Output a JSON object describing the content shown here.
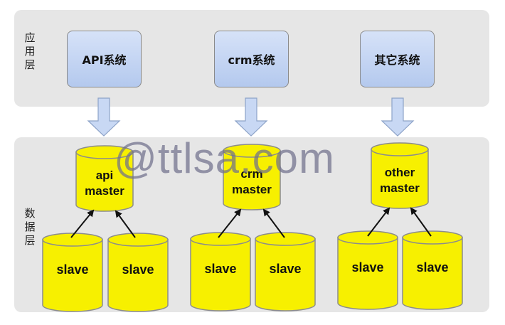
{
  "layers": {
    "application_label": "应用层",
    "data_label": "数据层"
  },
  "systems": [
    {
      "label": "API系统"
    },
    {
      "label": "crm系统"
    },
    {
      "label": "其它系统"
    }
  ],
  "masters": [
    {
      "line1": "api",
      "line2": "master"
    },
    {
      "line1": "crm",
      "line2": "master"
    },
    {
      "line1": "other",
      "line2": "master"
    }
  ],
  "slave_label": "slave",
  "watermark": "@ttlsa.com",
  "colors": {
    "panel": "#e6e6e6",
    "system_box_top": "#d6e2f8",
    "system_box_bottom": "#b4c9ee",
    "cylinder_fill": "#f7f000",
    "cylinder_stroke": "#8c8c8c",
    "down_arrow_fill": "#c8d8f4",
    "down_arrow_stroke": "#8da3c8",
    "edge_arrow": "#111111"
  }
}
